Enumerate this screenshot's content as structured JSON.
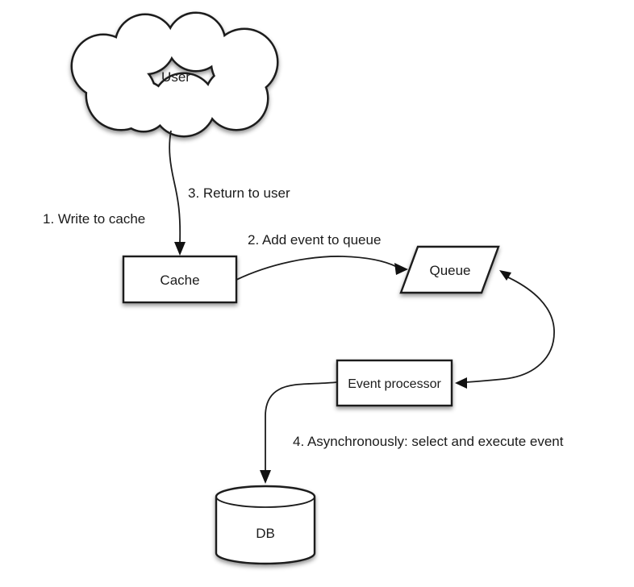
{
  "diagram": {
    "background": "#ffffff",
    "stroke_color": "#1c1c1c",
    "fill_color": "#ffffff",
    "text_color": "#1b1b1b",
    "nodes": [
      {
        "id": "user",
        "shape": "cloud",
        "label": "User"
      },
      {
        "id": "cache",
        "shape": "rectangle",
        "label": "Cache"
      },
      {
        "id": "queue",
        "shape": "parallelogram",
        "label": "Queue"
      },
      {
        "id": "event_processor",
        "shape": "rectangle",
        "label": "Event processor"
      },
      {
        "id": "db",
        "shape": "cylinder",
        "label": "DB"
      }
    ],
    "edges": [
      {
        "from": "User",
        "to": "Cache",
        "labels": [
          "1. Write to cache",
          "3. Return to user"
        ]
      },
      {
        "from": "Cache",
        "to": "Queue",
        "labels": [
          "2. Add event to queue"
        ]
      },
      {
        "from": "Queue",
        "to": "Event processor",
        "labels": []
      },
      {
        "from": "Event processor",
        "to": "DB",
        "labels": [
          "4. Asynchronously: select and execute event"
        ]
      }
    ]
  }
}
